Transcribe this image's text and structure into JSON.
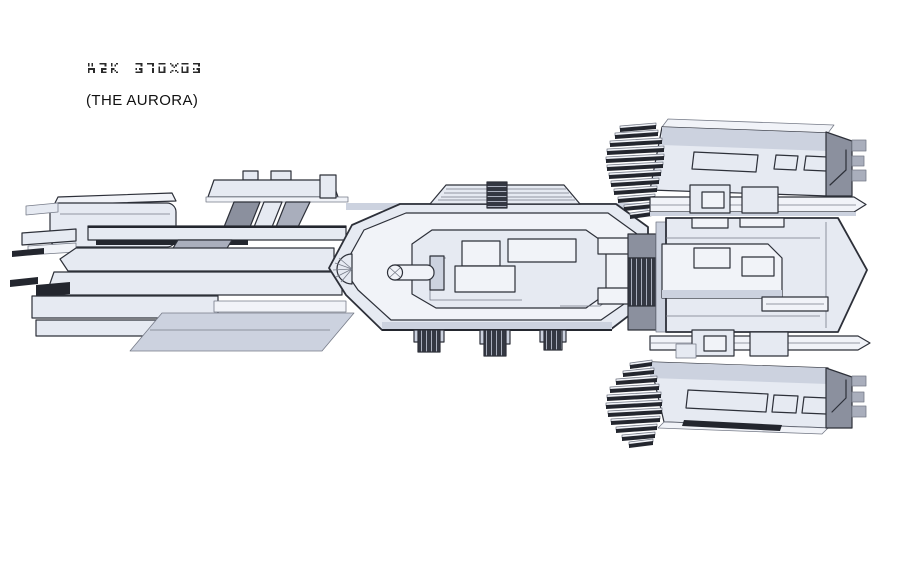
{
  "title": {
    "caption": "(THE AURORA)",
    "glyph_words": [
      "THE",
      "AURORA"
    ],
    "glyph_font": {
      "T": [
        "#.#..",
        "#.#..",
        ".....",
        "####.",
        "#..#.",
        "#..#."
      ],
      "H": [
        "####.",
        "...#.",
        ".....",
        ".###.",
        ".#...",
        ".###."
      ],
      "E": [
        "#..#.",
        "#.#..",
        ".....",
        "##...",
        "#.#..",
        "#..#."
      ],
      "A": [
        "####.",
        "...#.",
        ".....",
        "#.##.",
        "...#.",
        "####."
      ],
      "U": [
        "####.",
        "...#.",
        ".....",
        "...#.",
        "...#.",
        "...#."
      ],
      "R": [
        "####.",
        ".....",
        "#..#.",
        "#..#.",
        "#..#.",
        "####."
      ],
      "O": [
        "#...#",
        ".#.#.",
        "..#..",
        ".....",
        ".#.#.",
        "#...#"
      ]
    }
  },
  "colors": {
    "paper": "#ffffff",
    "ink": "#2d3039",
    "ink_soft": "#767b88",
    "fill_lightest": "#f1f3f8",
    "fill_light": "#e6eaf2",
    "fill_mid": "#ccd2df",
    "fill_gray": "#a9aebc",
    "fill_darkgray": "#8b909e",
    "fill_dark": "#343842",
    "accent_dark": "#23262e",
    "glyph_ink": "#2a2a2a",
    "caption_ink": "#111111"
  }
}
